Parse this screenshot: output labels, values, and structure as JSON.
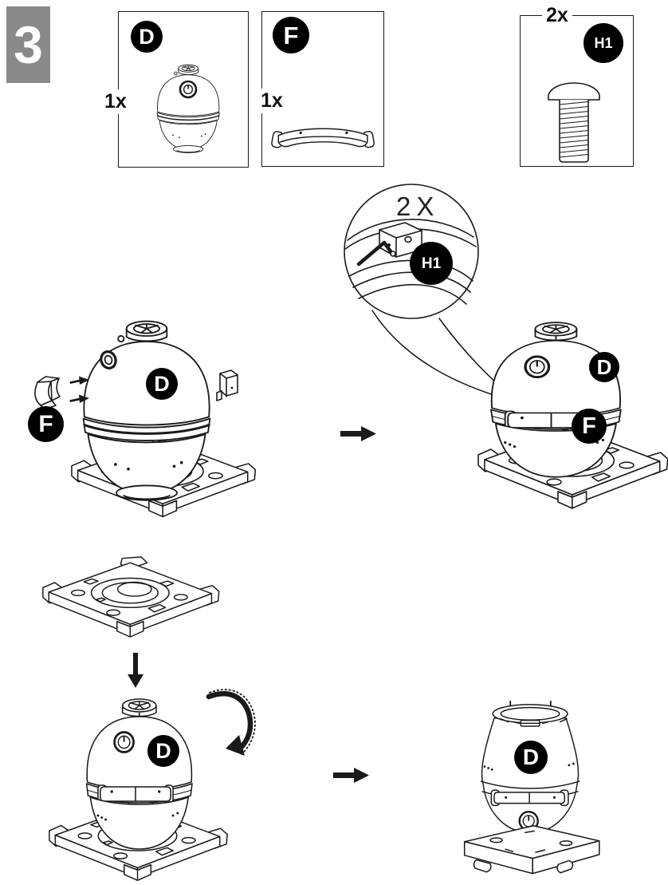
{
  "step": {
    "number": "3"
  },
  "colors": {
    "page_bg": "#ffffff",
    "line": "#1a1a1a",
    "step_box": "#8a8a8a",
    "badge_bg": "#000000",
    "badge_text": "#ffffff"
  },
  "parts_boxes": [
    {
      "id": "D",
      "label": "D",
      "qty": "1x",
      "part_name": "kamado-grill-body"
    },
    {
      "id": "F",
      "label": "F",
      "qty": "1x",
      "part_name": "side-handle"
    },
    {
      "id": "H1",
      "label": "H1",
      "qty": "2x",
      "part_name": "button-head-bolt"
    }
  ],
  "callout": {
    "qty": "2X",
    "hardware": "H1"
  },
  "steps": {
    "attach_handle": {
      "grill_label": "D",
      "handle_label": "F"
    },
    "handle_attached": {
      "grill_label": "D",
      "handle_label": "F"
    },
    "place_on_base": {
      "grill_label": "D"
    },
    "inverted_result": {
      "grill_label": "D"
    }
  }
}
